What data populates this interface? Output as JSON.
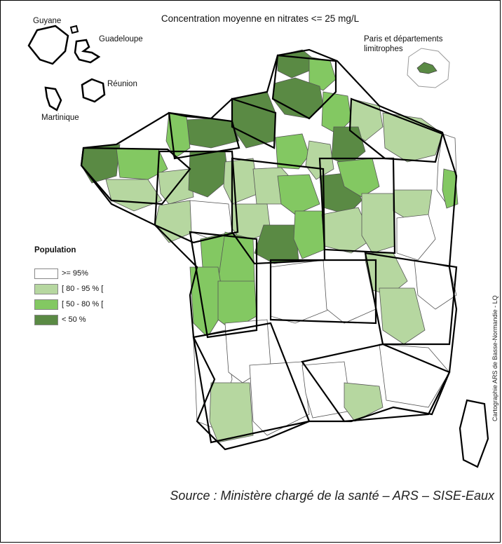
{
  "title": "Concentration moyenne en nitrates <= 25 mg/L",
  "overseas_labels": {
    "guyane": "Guyane",
    "guadeloupe": "Guadeloupe",
    "reunion": "Réunion",
    "martinique": "Martinique",
    "paris": "Paris et départements limitrophes"
  },
  "legend": {
    "title": "Population",
    "items": [
      {
        "label": ">= 95%",
        "color": "#ffffff"
      },
      {
        "label": "[ 80 - 95 % [",
        "color": "#b6d7a0"
      },
      {
        "label": "[ 50 - 80 % [",
        "color": "#83c862"
      },
      {
        "label": "< 50 %",
        "color": "#5a8a44"
      }
    ]
  },
  "credit": "Cartographie ARS de Basse-Normandie - LQ",
  "source": "Source : Ministère chargé de la santé – ARS – SISE-Eaux"
}
